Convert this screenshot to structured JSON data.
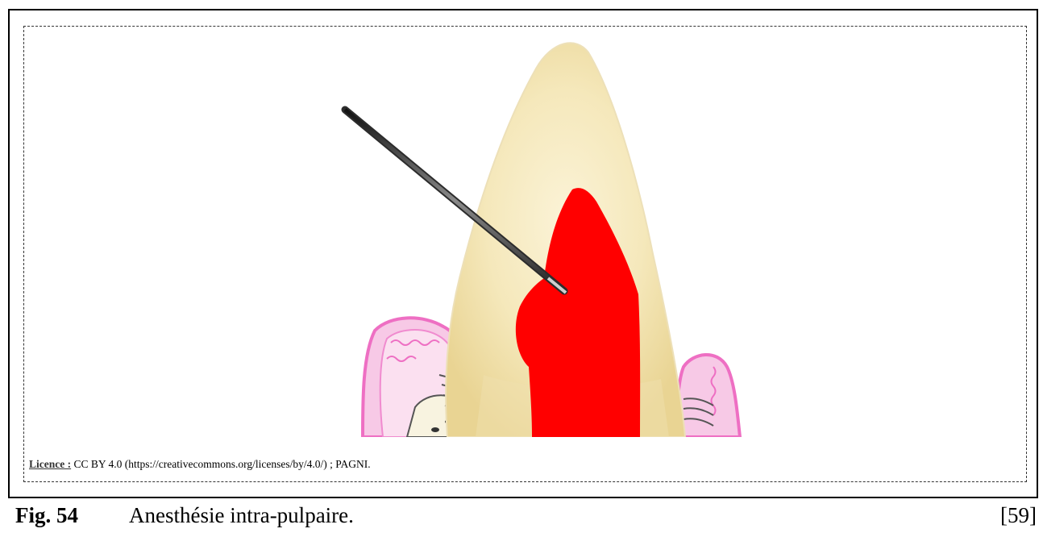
{
  "figure": {
    "licence_label": "Licence :",
    "licence_text": " CC BY 4.0 (https://creativecommons.org/licenses/by/4.0/) ; PAGNI.",
    "number": "Fig. 54",
    "title": "Anesthésie intra-pulpaire.",
    "reference": "[59]"
  },
  "colors": {
    "pulp": "#ff0000",
    "enamel": "#f3e6b5",
    "gum": "#f29ad6",
    "needle": "#3a3a3a"
  }
}
